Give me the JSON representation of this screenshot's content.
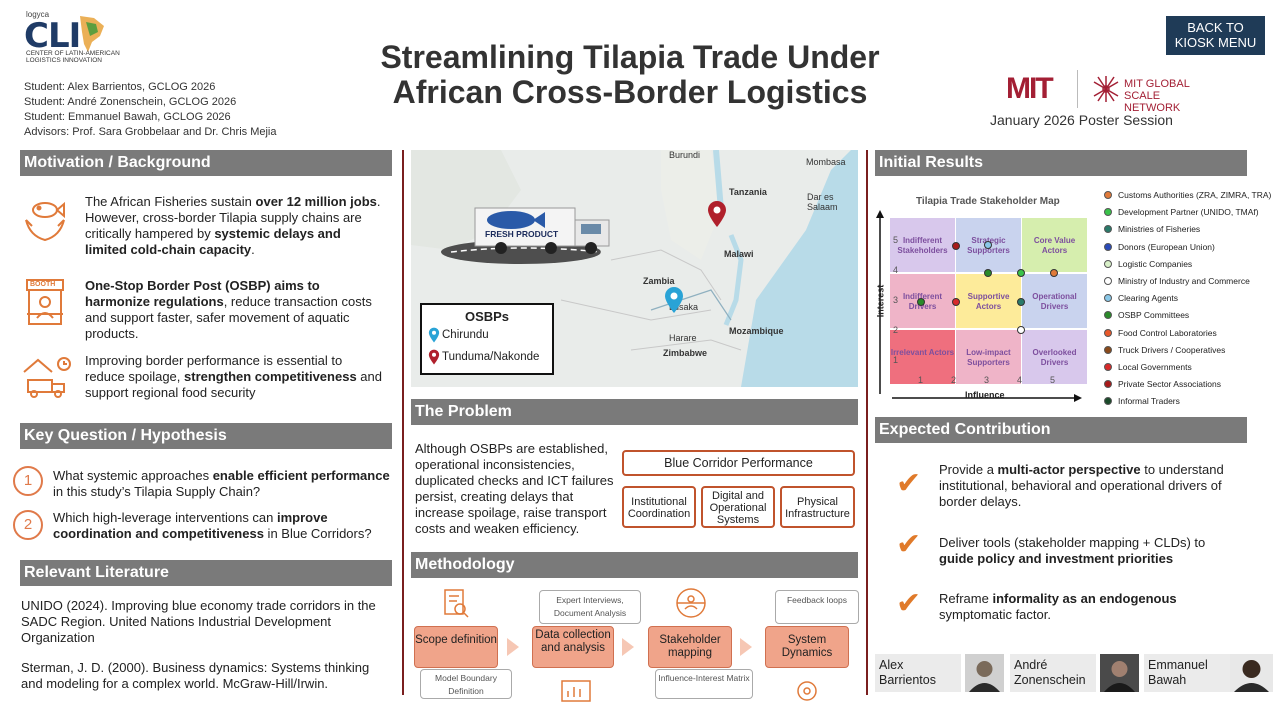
{
  "header": {
    "logo_small": "logyca",
    "logo_main": "CLI",
    "logo_sub": "CENTER OF LATIN-AMERICAN LOGISTICS INNOVATION",
    "credits": [
      "Student: Alex Barrientos, GCLOG 2026",
      "Student: André Zonenschein, GCLOG 2026",
      "Student: Emmanuel Bawah, GCLOG 2026",
      "Advisors: Prof. Sara Grobbelaar and Dr. Chris Mejia"
    ],
    "title": "Streamlining Tilapia Trade Under African Cross-Border Logistics",
    "back_button": "BACK TO KIOSK MENU",
    "mit": "MIT",
    "gsn": "MIT GLOBAL SCALE NETWORK",
    "session": "January 2026 Poster Session"
  },
  "motivation": {
    "header": "Motivation / Background",
    "items": [
      {
        "icon": "fish-hands-icon",
        "html": "The African Fisheries sustain <b>over 12 million jobs</b>. However, cross-border Tilapia supply chains are critically hampered by <b>systemic delays and limited cold-chain capacity</b>."
      },
      {
        "icon": "booth-icon",
        "icon_label": "BOOTH",
        "html": "<b>One-Stop Border Post (OSBP) aims to harmonize regulations</b>, reduce transaction costs and support faster, safer movement of aquatic products."
      },
      {
        "icon": "delivery-truck-icon",
        "html": "Improving border performance is essential to reduce spoilage, <b>strengthen competitiveness</b> and support regional food security"
      }
    ]
  },
  "hypothesis": {
    "header": "Key Question / Hypothesis",
    "items": [
      {
        "num": "1",
        "html": "What systemic approaches <b>enable efficient performance</b> in this study’s Tilapia Supply Chain?"
      },
      {
        "num": "2",
        "html": "Which high-leverage interventions can <b>improve coordination and competitiveness</b> in Blue Corridors?"
      }
    ]
  },
  "literature": {
    "header": "Relevant Literature",
    "items": [
      "UNIDO (2024). Improving blue economy trade corridors in the SADC Region. United Nations Industrial Development Organization",
      "Sterman, J. D. (2000). Business dynamics: Systems thinking and modeling for a complex world. McGraw-Hill/Irwin."
    ]
  },
  "map": {
    "labels": [
      "Burundi",
      "Mombasa",
      "Tanzania",
      "Dar es Salaam",
      "Zambia",
      "Malawi",
      "Lusaka",
      "Harare",
      "Mozambique",
      "Zimbabwe"
    ],
    "truck_text": "FRESH PRODUCT",
    "legend_title": "OSBPs",
    "legend_items": [
      "Chirundu",
      "Tunduma/Nakonde"
    ],
    "colors": {
      "chirundu": "#29a3d6",
      "tunduma": "#b0202c"
    }
  },
  "problem": {
    "header": "The Problem",
    "text": "Although OSBPs are established, operational inconsistencies, duplicated checks and ICT failures persist, creating delays that increase spoilage, raise transport costs and weaken efficiency.",
    "top_box": "Blue Corridor Performance",
    "boxes": [
      "Institutional Coordination",
      "Digital and Operational Systems",
      "Physical Infrastructure"
    ]
  },
  "methodology": {
    "header": "Methodology",
    "steps": [
      "Scope definition",
      "Data collection and analysis",
      "Stakeholder mapping",
      "System Dynamics"
    ],
    "subs": [
      "Model Boundary Definition",
      "Expert Interviews, Document Analysis",
      "Influence-Interest Matrix",
      "Feedback loops"
    ]
  },
  "results": {
    "header": "Initial Results",
    "map_title": "Tilapia Trade Stakeholder Map",
    "y_label": "Interest",
    "x_label": "Influence",
    "x_ticks": [
      "1",
      "2",
      "3",
      "4",
      "5"
    ],
    "y_ticks": [
      "5",
      "4",
      "3",
      "2",
      "1"
    ],
    "cells": [
      [
        "Indifferent Stakeholders",
        "Strategic Supporters",
        "Core Value Actors"
      ],
      [
        "Indifferent Drivers",
        "Supportive Actors",
        "Operational Drivers"
      ],
      [
        "Irrelevant Actors",
        "Low-impact Supporters",
        "Overlooked Drivers"
      ]
    ],
    "cell_colors": [
      [
        "#d8c8ec",
        "#c9d3ee",
        "#d6eeae"
      ],
      [
        "#efb4c8",
        "#fdeb9a",
        "#c9d3ee"
      ],
      [
        "#ef6f7e",
        "#efb4c8",
        "#d8c8ec"
      ]
    ],
    "legend": [
      {
        "label": "Customs Authorities (ZRA, ZIMRA, TRA)",
        "color": "#e07a3a"
      },
      {
        "label": "Development Partner (UNIDO, TMAf)",
        "color": "#3ac24a"
      },
      {
        "label": "Ministries of Fisheries",
        "color": "#2a7a6a"
      },
      {
        "label": "Donors (European Union)",
        "color": "#2a4ab8"
      },
      {
        "label": "Logistic Companies",
        "color": "#d8f0c8"
      },
      {
        "label": "Ministry of Industry and Commerce",
        "color": "#ffffff"
      },
      {
        "label": "Clearing Agents",
        "color": "#8ac8e8"
      },
      {
        "label": "OSBP Committees",
        "color": "#2a8a2a"
      },
      {
        "label": "Food Control Laboratories",
        "color": "#e8582a"
      },
      {
        "label": "Truck Drivers / Cooperatives",
        "color": "#8a4a1a"
      },
      {
        "label": "Local Governments",
        "color": "#d82a2a"
      },
      {
        "label": "Private Sector Associations",
        "color": "#a81a1a"
      },
      {
        "label": "Informal Traders",
        "color": "#1a4a2a"
      }
    ]
  },
  "contribution": {
    "header": "Expected Contribution",
    "items": [
      "Provide a <b>multi-actor perspective</b> to understand institutional, behavioral and operational drivers of border delays.",
      "Deliver tools (stakeholder mapping + CLDs) to <b>guide policy and investment priorities</b>",
      "Reframe <b>informality as an endogenous</b> symptomatic factor."
    ]
  },
  "people": [
    {
      "name": "Alex Barrientos"
    },
    {
      "name": "André Zonenschein"
    },
    {
      "name": "Emmanuel Bawah"
    }
  ]
}
